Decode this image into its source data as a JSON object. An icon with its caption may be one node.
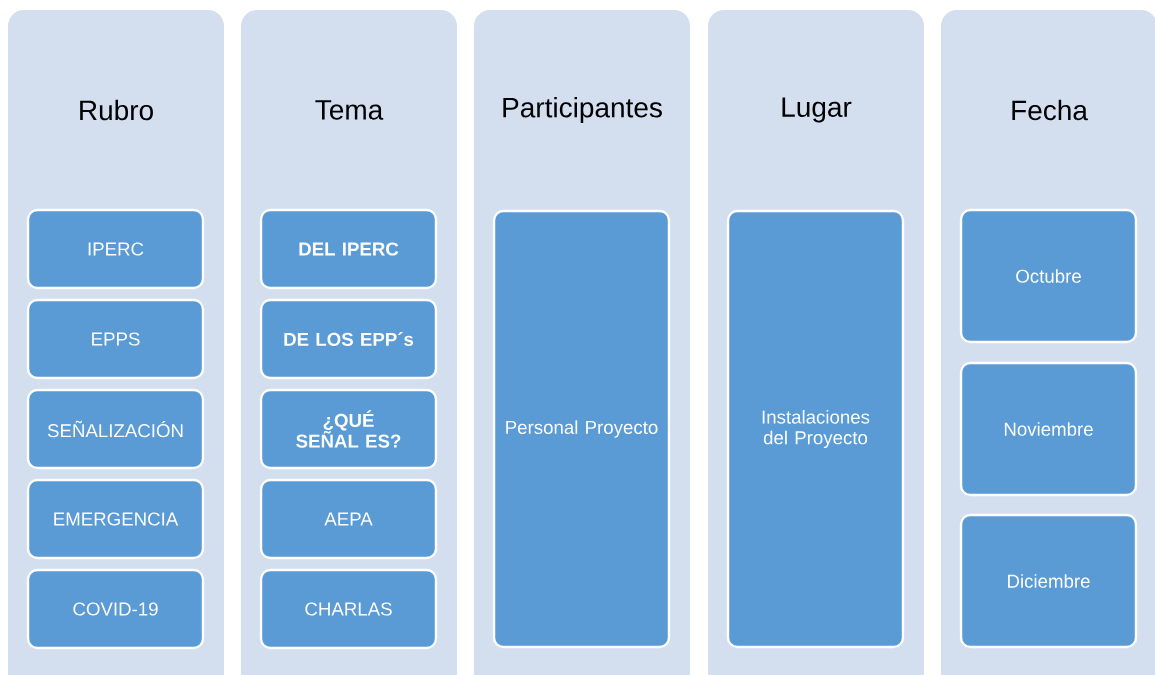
{
  "diagram": {
    "nodes": [
      {
        "text": [
          "Rubro"
        ]
      },
      {
        "text": [
          "IPERC"
        ],
        "in": 0
      },
      {
        "text": [
          "EPPS"
        ],
        "in": 0
      },
      {
        "text": [
          "SEÑALIZACIÓN"
        ],
        "in": 0
      },
      {
        "text": [
          "EMERGENCIA"
        ],
        "in": 0
      },
      {
        "text": [
          "COVID-19"
        ],
        "in": 0
      },
      {
        "text": [
          "Tema"
        ]
      },
      {
        "text": [
          "DEL IPERC"
        ],
        "in": 6
      },
      {
        "text": [
          "DE LOS EPP´s"
        ],
        "in": 6
      },
      {
        "text": [
          "¿QUÉ SEÑAL ES?"
        ],
        "in": 6
      },
      {
        "text": [
          "AEPA"
        ],
        "in": 6
      },
      {
        "text": [
          "CHARLAS"
        ],
        "in": 6
      },
      {
        "text": [
          "Participantes"
        ]
      },
      {
        "text": [
          "Personal Proyecto"
        ],
        "in": 12
      },
      {
        "text": [
          "Lugar"
        ]
      },
      {
        "text": [
          "Instalaciones del Proyecto"
        ],
        "in": 14
      },
      {
        "text": [
          "Fecha"
        ]
      },
      {
        "text": [
          "Octubre"
        ],
        "in": 16
      },
      {
        "text": [
          "Noviembre"
        ],
        "in": 16
      },
      {
        "text": [
          "Diciembre"
        ],
        "in": 16
      }
    ]
  }
}
